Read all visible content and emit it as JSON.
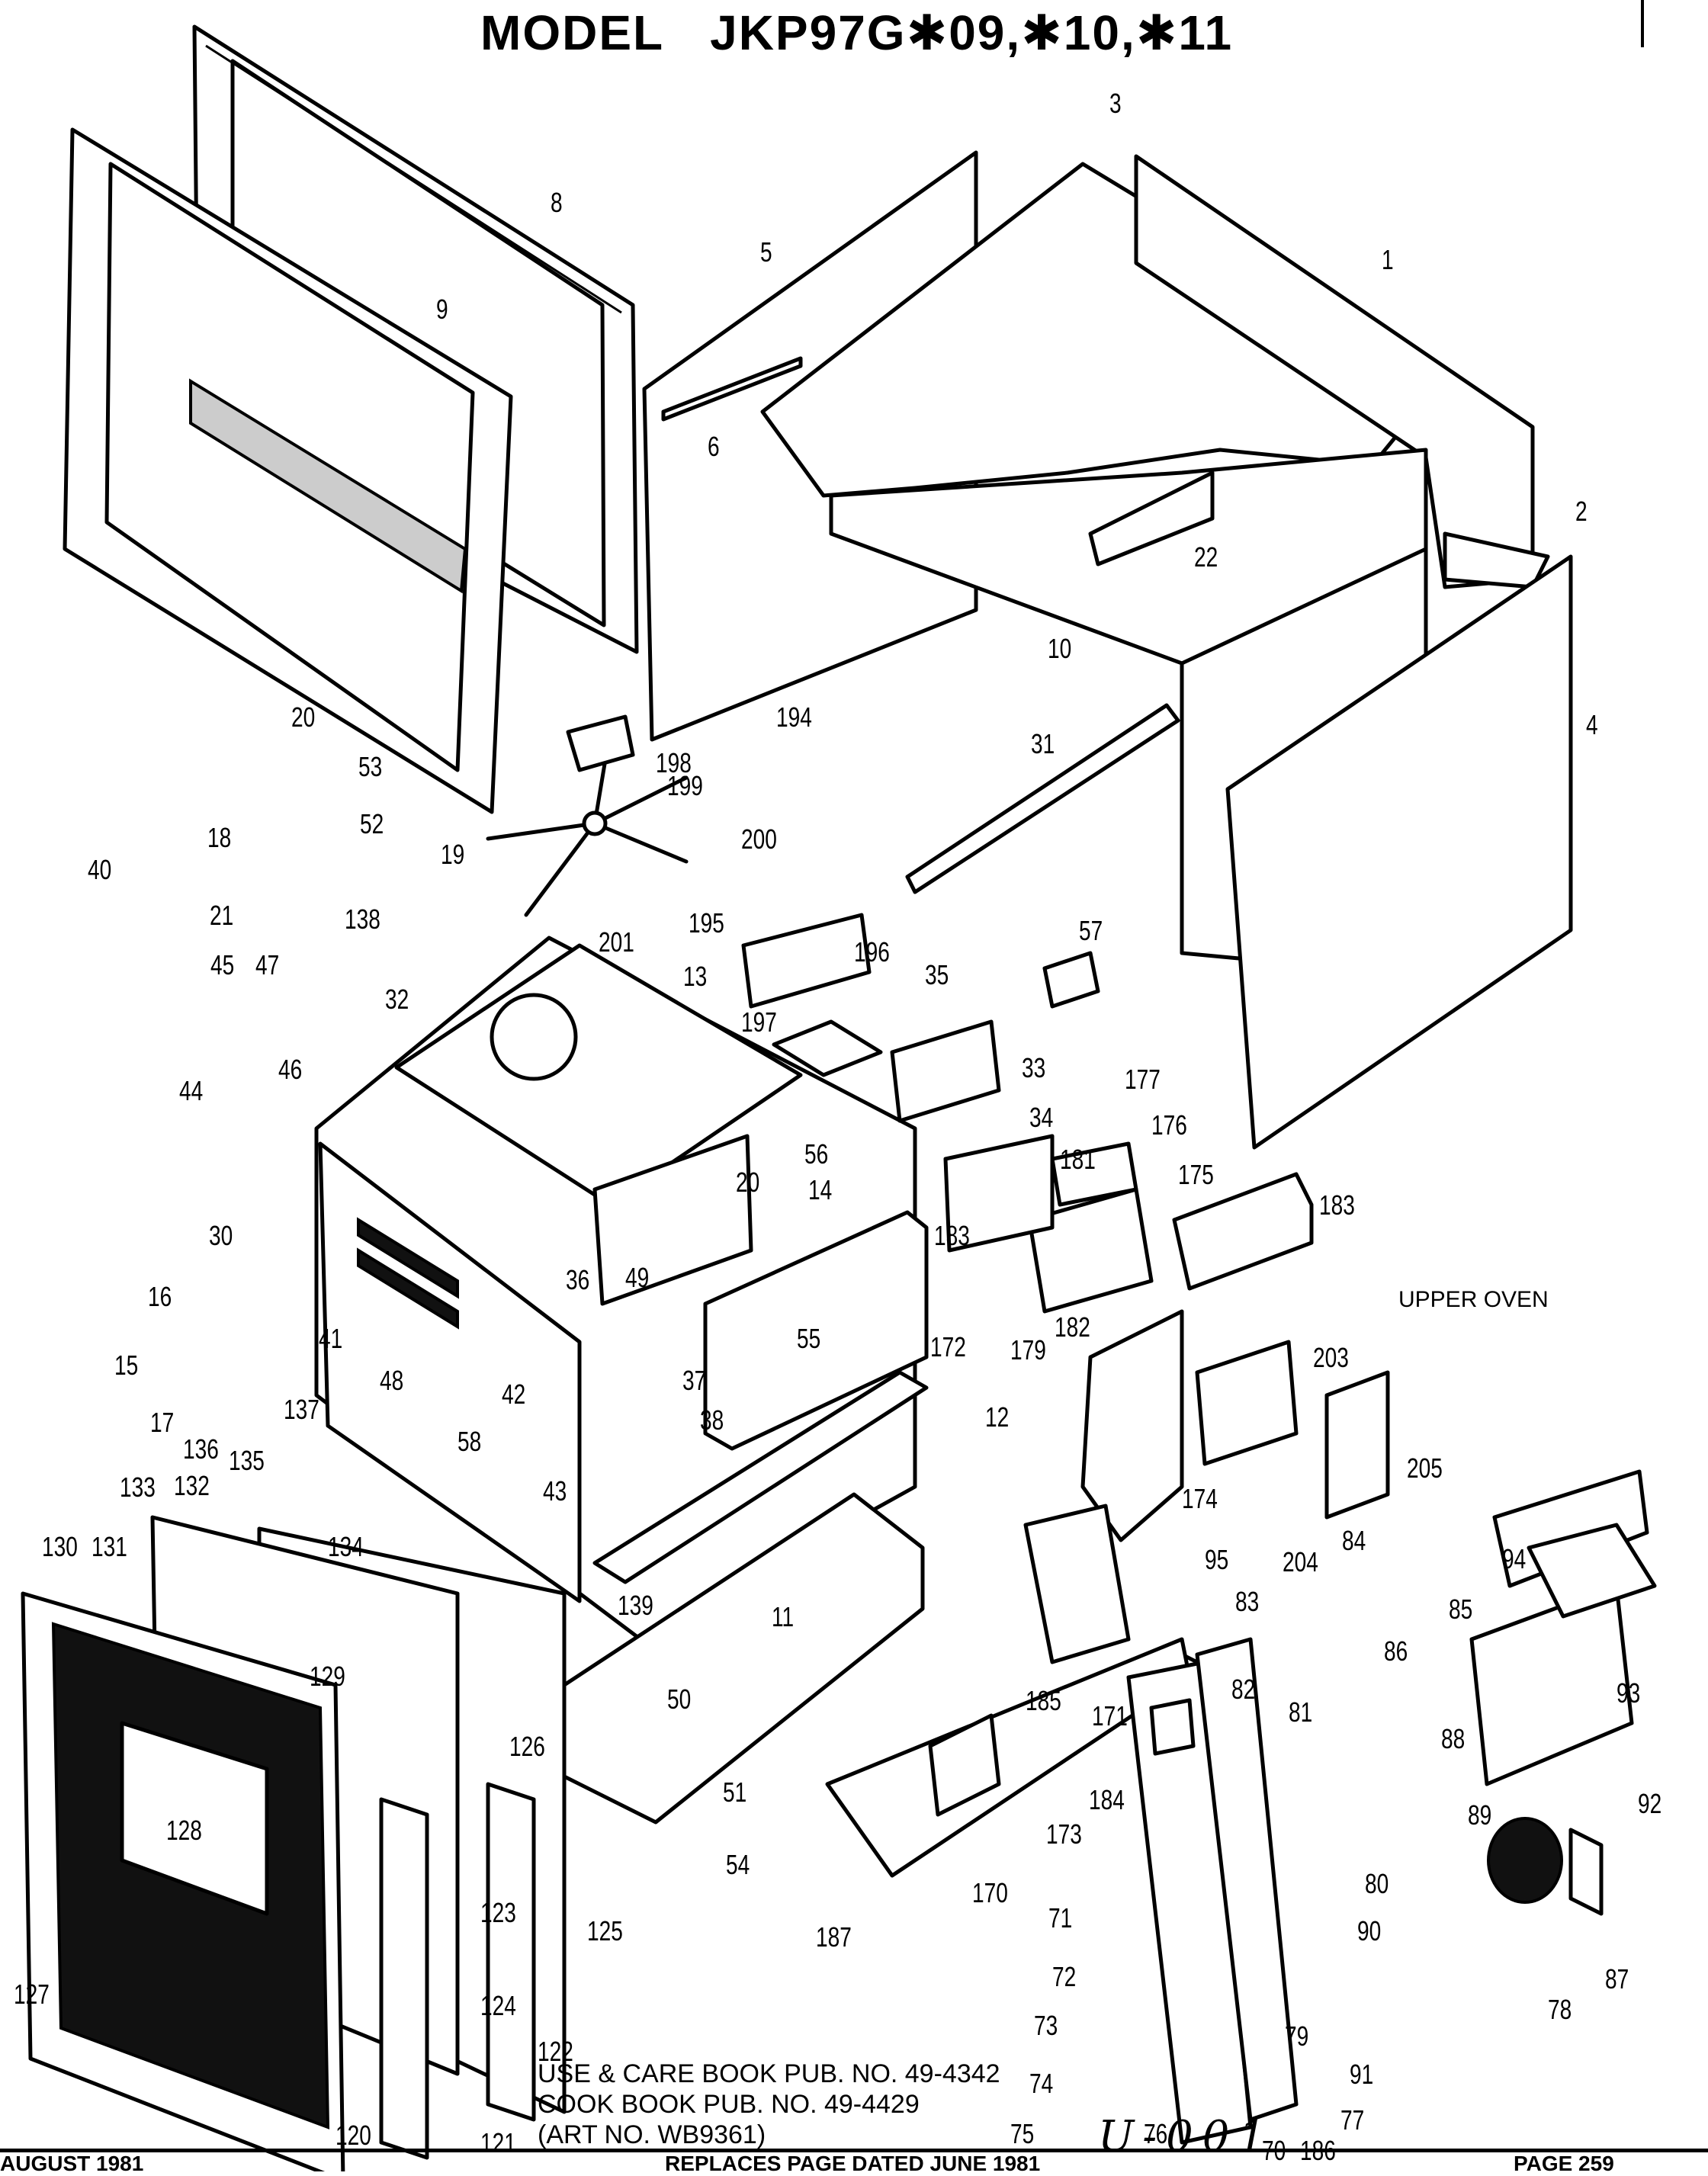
{
  "header": {
    "model_label": "MODEL",
    "model_numbers": "JKP97G✱09,✱10,✱11"
  },
  "section_label": "UPPER OVEN",
  "notes": {
    "line1": "USE & CARE BOOK PUB. NO. 49-4342",
    "line2": "COOK BOOK PUB. NO. 49-4429",
    "line3": "(ART NO. WB9361)"
  },
  "footer": {
    "date": "AUGUST 1981",
    "replaces": "REPLACES PAGE DATED JUNE 1981",
    "handwritten": "U-001",
    "page": "PAGE 259"
  },
  "callouts": [
    "1",
    "2",
    "3",
    "4",
    "5",
    "6",
    "8",
    "9",
    "10",
    "11",
    "12",
    "13",
    "14",
    "15",
    "16",
    "17",
    "18",
    "19",
    "20",
    "20",
    "21",
    "22",
    "30",
    "31",
    "32",
    "33",
    "34",
    "35",
    "36",
    "37",
    "38",
    "40",
    "41",
    "42",
    "43",
    "44",
    "45",
    "46",
    "47",
    "48",
    "49",
    "50",
    "51",
    "52",
    "53",
    "54",
    "55",
    "56",
    "57",
    "58",
    "70",
    "71",
    "72",
    "73",
    "74",
    "75",
    "76",
    "77",
    "78",
    "79",
    "80",
    "81",
    "82",
    "83",
    "84",
    "85",
    "86",
    "87",
    "88",
    "89",
    "90",
    "91",
    "92",
    "93",
    "94",
    "95",
    "120",
    "121",
    "122",
    "123",
    "124",
    "125",
    "126",
    "127",
    "128",
    "129",
    "130",
    "131",
    "132",
    "133",
    "134",
    "135",
    "136",
    "137",
    "138",
    "139",
    "170",
    "171",
    "172",
    "173",
    "174",
    "175",
    "176",
    "177",
    "179",
    "181",
    "182",
    "183",
    "183",
    "184",
    "185",
    "186",
    "187",
    "194",
    "195",
    "196",
    "197",
    "198",
    "199",
    "200",
    "201",
    "203",
    "204",
    "205"
  ]
}
